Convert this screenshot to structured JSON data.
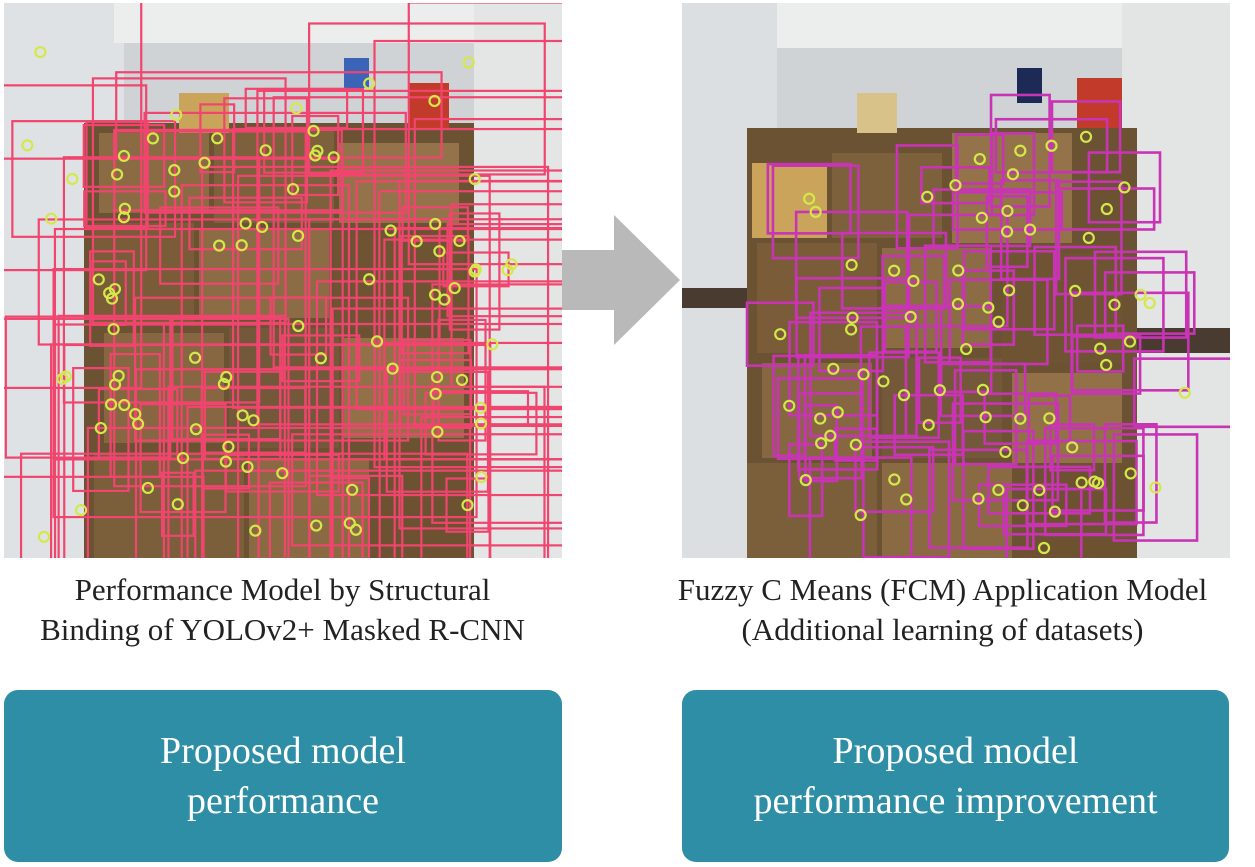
{
  "left": {
    "caption_line1": "Performance Model by Structural",
    "caption_line2": "Binding of YOLOv2+ Masked R-CNN",
    "box_line1": "Proposed model",
    "box_line2": "performance",
    "box_color": "#2e8ea5",
    "bbox_color": "#f0456e"
  },
  "right": {
    "caption_line1": "Fuzzy C Means (FCM) Application Model",
    "caption_line2": "(Additional learning of datasets)",
    "box_line1": "Proposed model",
    "box_line2": "performance improvement",
    "box_color": "#2e8ea5",
    "bbox_color": "#c834b4"
  },
  "arrow_color": "#b9b9b9",
  "marker_color": "#d4e84a"
}
